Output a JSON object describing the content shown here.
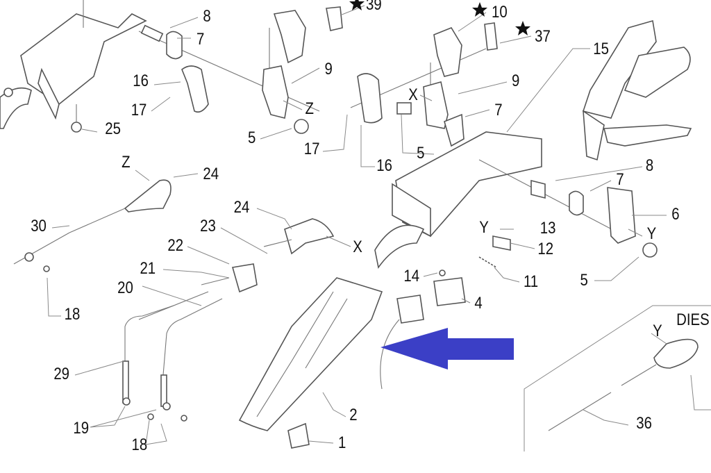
{
  "diagram": {
    "labels": [
      "8",
      "7",
      "39",
      "9",
      "16",
      "17",
      "Z",
      "25",
      "5",
      "10",
      "37",
      "15",
      "9",
      "X",
      "7",
      "17",
      "5",
      "16",
      "Z",
      "24",
      "8",
      "7",
      "30",
      "24",
      "23",
      "6",
      "Y",
      "13",
      "Y",
      "22",
      "X",
      "12",
      "21",
      "20",
      "14",
      "11",
      "5",
      "4",
      "18",
      "DIES",
      "Y",
      "29",
      "2",
      "19",
      "36",
      "18",
      "1"
    ],
    "starred_labels": [
      "39",
      "10",
      "37"
    ],
    "arrow_color": "#3b3fc6",
    "line_color": "#555555"
  }
}
